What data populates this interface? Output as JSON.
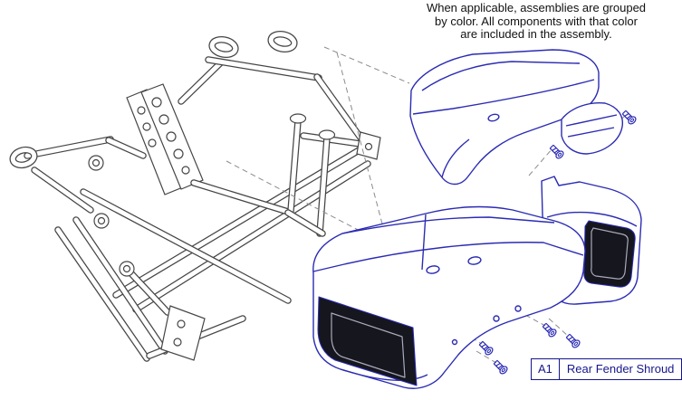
{
  "note": {
    "line1": "When applicable, assemblies are grouped",
    "line2": "by color. All components with that color",
    "line3": "are included in the assembly."
  },
  "label": {
    "id": "A1",
    "text": "Rear Fender Shroud"
  },
  "colors": {
    "assembly_blue": "#2b2bb4",
    "frame_gray": "#454545",
    "panel_dark": "#16161e",
    "label_blue": "#16168c"
  }
}
